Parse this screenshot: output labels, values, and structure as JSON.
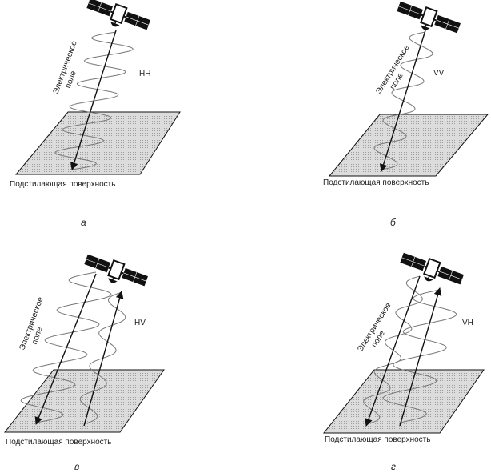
{
  "panels": [
    {
      "letter": "а",
      "polarization": "HH",
      "field_label_line1": "Электрическое",
      "field_label_line2": "поле",
      "surface_label": "Подстилающая поверхность"
    },
    {
      "letter": "б",
      "polarization": "VV",
      "field_label_line1": "Электрическое",
      "field_label_line2": "поле",
      "surface_label": "Подстилающая поверхность"
    },
    {
      "letter": "в",
      "polarization": "HV",
      "field_label_line1": "Электрическое",
      "field_label_line2": "поле",
      "surface_label": "Подстилающая поверхность"
    },
    {
      "letter": "г",
      "polarization": "VH",
      "field_label_line1": "Электрическое",
      "field_label_line2": "поле",
      "surface_label": "Подстилающая поверхность"
    }
  ],
  "icons": {
    "satellite": "satellite-icon"
  },
  "colors": {
    "line": "#111111",
    "wave": "#777777",
    "surface_fill": "#d9d9d9",
    "surface_dots": "#9a9a9a"
  }
}
